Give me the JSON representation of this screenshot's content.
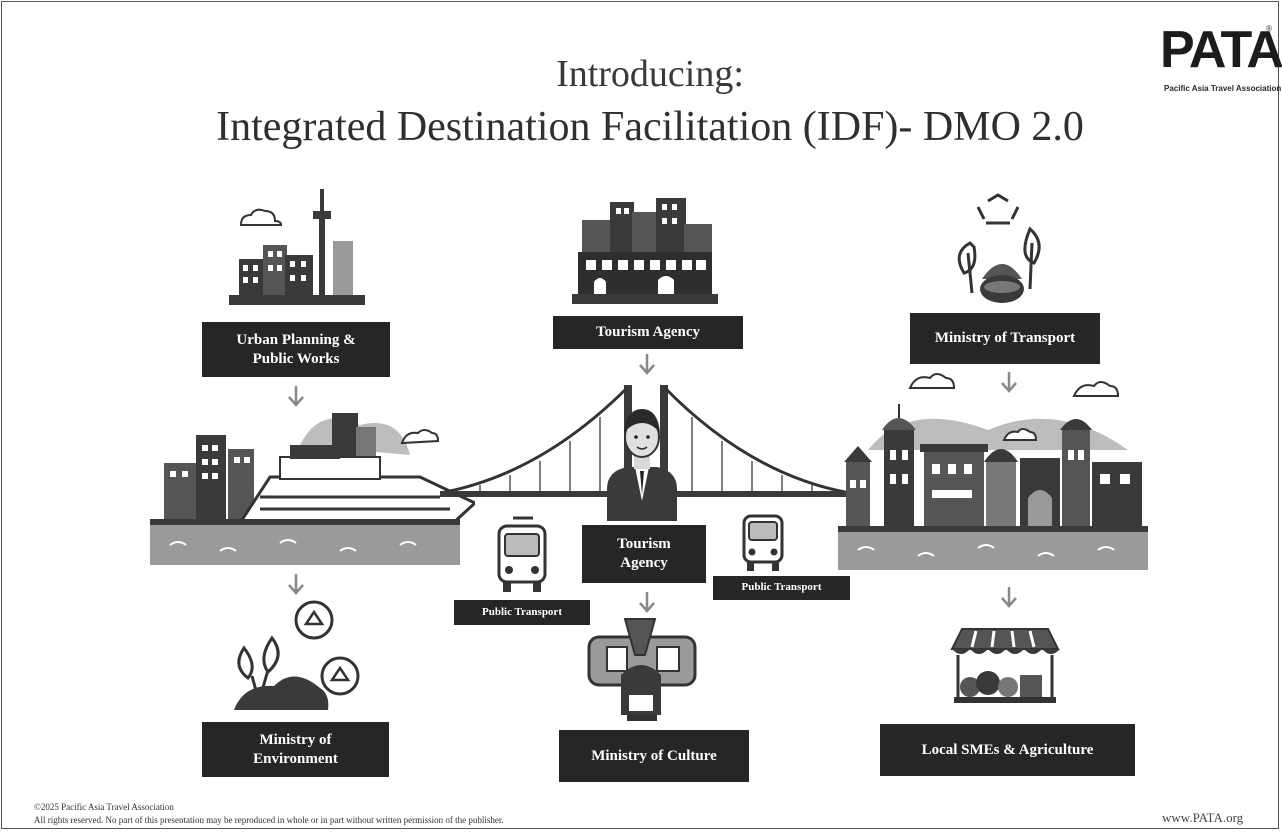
{
  "header": {
    "title_line1": "Introducing:",
    "title_line2": "Integrated Destination Facilitation (IDF)- DMO 2.0"
  },
  "logo": {
    "wordmark": "PATA",
    "registered": "®",
    "tagline": "Pacific Asia Travel Association"
  },
  "labels": {
    "urban_planning": "Urban Planning & Public Works",
    "tourism_agency_top": "Tourism Agency",
    "ministry_transport": "Ministry of Transport",
    "tourism_agency_center": "Tourism Agency",
    "public_transport_left": "Public Transport",
    "public_transport_right": "Public Transport",
    "ministry_environment": "Ministry of Environment",
    "ministry_culture": "Ministry of Culture",
    "local_smes": "Local SMEs & Agriculture"
  },
  "footer": {
    "copyright": "©2025 Pacific Asia Travel Association",
    "rights": "All rights reserved. No part of this presentation may be reproduced in whole or in part without written permission of the publisher.",
    "website": "www.PATA.org"
  },
  "icons": [
    "city-skyline-icon",
    "city-buildings-icon",
    "plants-recycle-icon",
    "cruise-ship-icon",
    "bridge-icon",
    "businessman-icon",
    "old-town-icon",
    "bus-icon",
    "recycling-plants-icon",
    "museum-artifacts-icon",
    "market-stall-icon",
    "cloud-icon",
    "down-arrow-icon"
  ],
  "colors": {
    "label_bg": "#262626",
    "label_text": "#ffffff",
    "water": "#9a9a9a",
    "art": "#3a3a3a"
  }
}
